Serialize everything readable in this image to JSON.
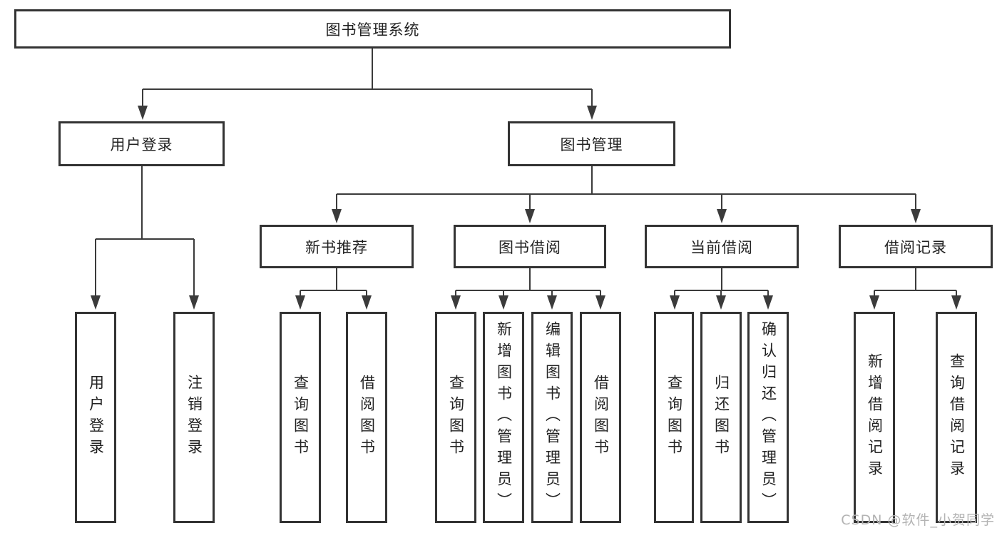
{
  "diagram": {
    "root_label": "图书管理系统",
    "branches": [
      {
        "label": "用户登录",
        "children": [
          "用户登录",
          "注销登录"
        ]
      },
      {
        "label": "图书管理",
        "sections": [
          {
            "label": "新书推荐",
            "children": [
              "查询图书",
              "借阅图书"
            ]
          },
          {
            "label": "图书借阅",
            "children": [
              "查询图书",
              "新增图书（管理员）",
              "编辑图书（管理员）",
              "借阅图书"
            ]
          },
          {
            "label": "当前借阅",
            "children": [
              "查询图书",
              "归还图书",
              "确认归还（管理员）"
            ]
          },
          {
            "label": "借阅记录",
            "children": [
              "新增借阅记录",
              "查询借阅记录"
            ]
          }
        ]
      }
    ],
    "colors": {
      "line": "#3b3b3b",
      "box_border": "#333333",
      "text": "#222222",
      "background": "#ffffff",
      "watermark": "#b3b3b3"
    }
  },
  "watermark": "CSDN @软件_小贺同学"
}
